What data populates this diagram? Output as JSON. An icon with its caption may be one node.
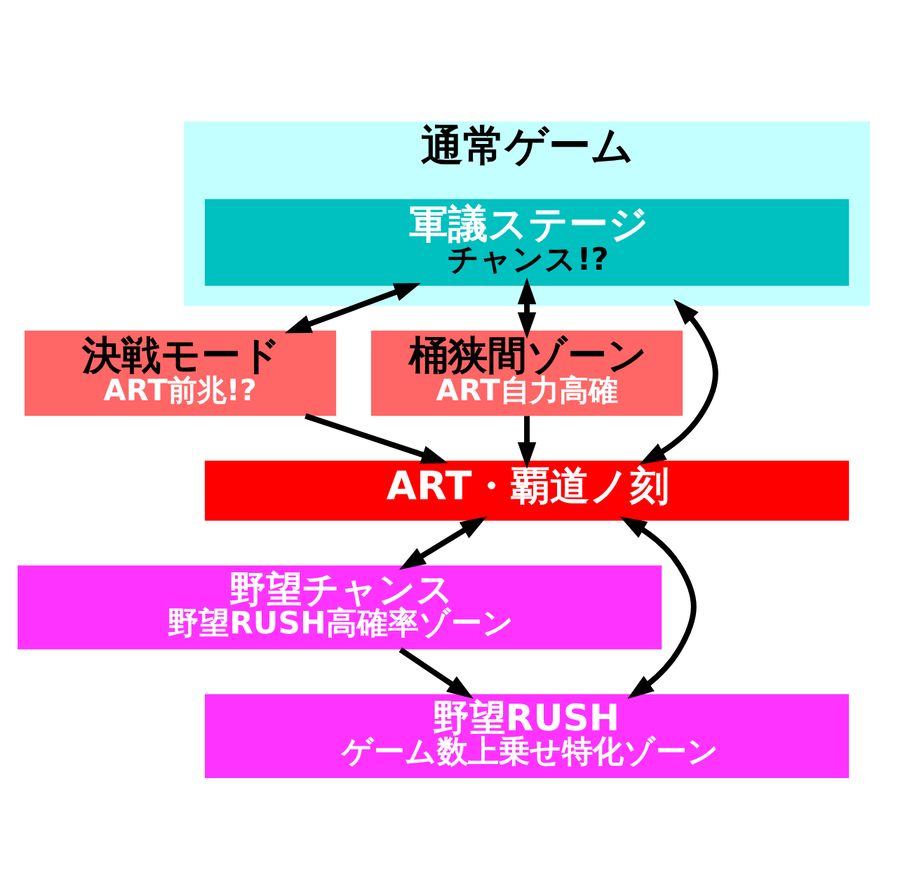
{
  "diagram": {
    "nodes": [
      {
        "text": [
          "通常ゲーム"
        ]
      },
      {
        "text": [
          "軍議ステージ",
          "チャンス!?"
        ],
        "in": 0
      },
      {
        "text": [
          "決戦モード",
          "ART前兆!?"
        ]
      },
      {
        "text": [
          "桶狭間ゾーン",
          "ART自力高確"
        ]
      },
      {
        "text": [
          "ART・覇道ノ刻"
        ]
      },
      {
        "text": [
          "野望チャンス",
          "野望RUSH高確率ゾーン"
        ]
      },
      {
        "text": [
          "野望RUSH",
          "ゲーム数上乗せ特化ゾーン"
        ]
      }
    ],
    "edges": [
      {
        "from": 0,
        "to": 4,
        "arrow": "both"
      },
      {
        "from": 1,
        "to": 2,
        "arrow": "both"
      },
      {
        "from": 1,
        "to": 3,
        "arrow": "both"
      },
      {
        "from": 2,
        "to": 4,
        "arrow": "to"
      },
      {
        "from": 3,
        "to": 4,
        "arrow": "to"
      },
      {
        "from": 4,
        "to": 5,
        "arrow": "both"
      },
      {
        "from": 5,
        "to": 6,
        "arrow": "to"
      },
      {
        "from": 4,
        "to": 6,
        "arrow": "both"
      }
    ]
  }
}
